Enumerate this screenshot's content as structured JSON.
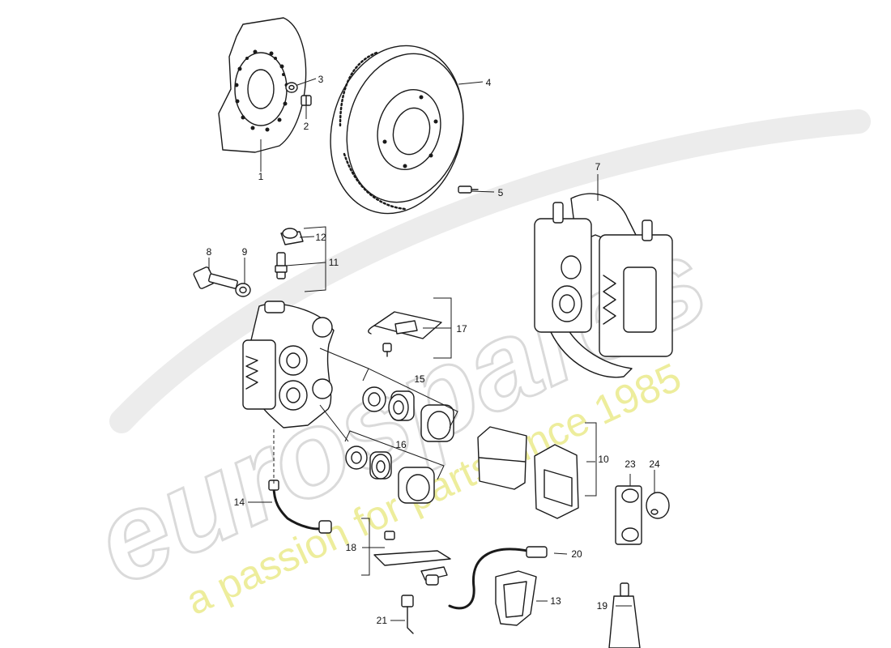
{
  "colors": {
    "line": "#1a1a1a",
    "paper": "#ffffff",
    "watermark_gray": "#e6e6e6",
    "watermark_yellow": "#efef9a"
  },
  "watermark": {
    "brand": "eurospares",
    "tagline": "a passion for parts since 1985"
  },
  "callouts": {
    "1": "1",
    "2": "2",
    "3": "3",
    "4": "4",
    "5": "5",
    "7": "7",
    "8": "8",
    "9": "9",
    "10": "10",
    "11": "11",
    "12": "12",
    "13": "13",
    "14": "14",
    "15": "15",
    "16": "16",
    "17": "17",
    "18": "18",
    "19": "19",
    "20": "20",
    "21": "21",
    "23": "23",
    "24": "24"
  }
}
